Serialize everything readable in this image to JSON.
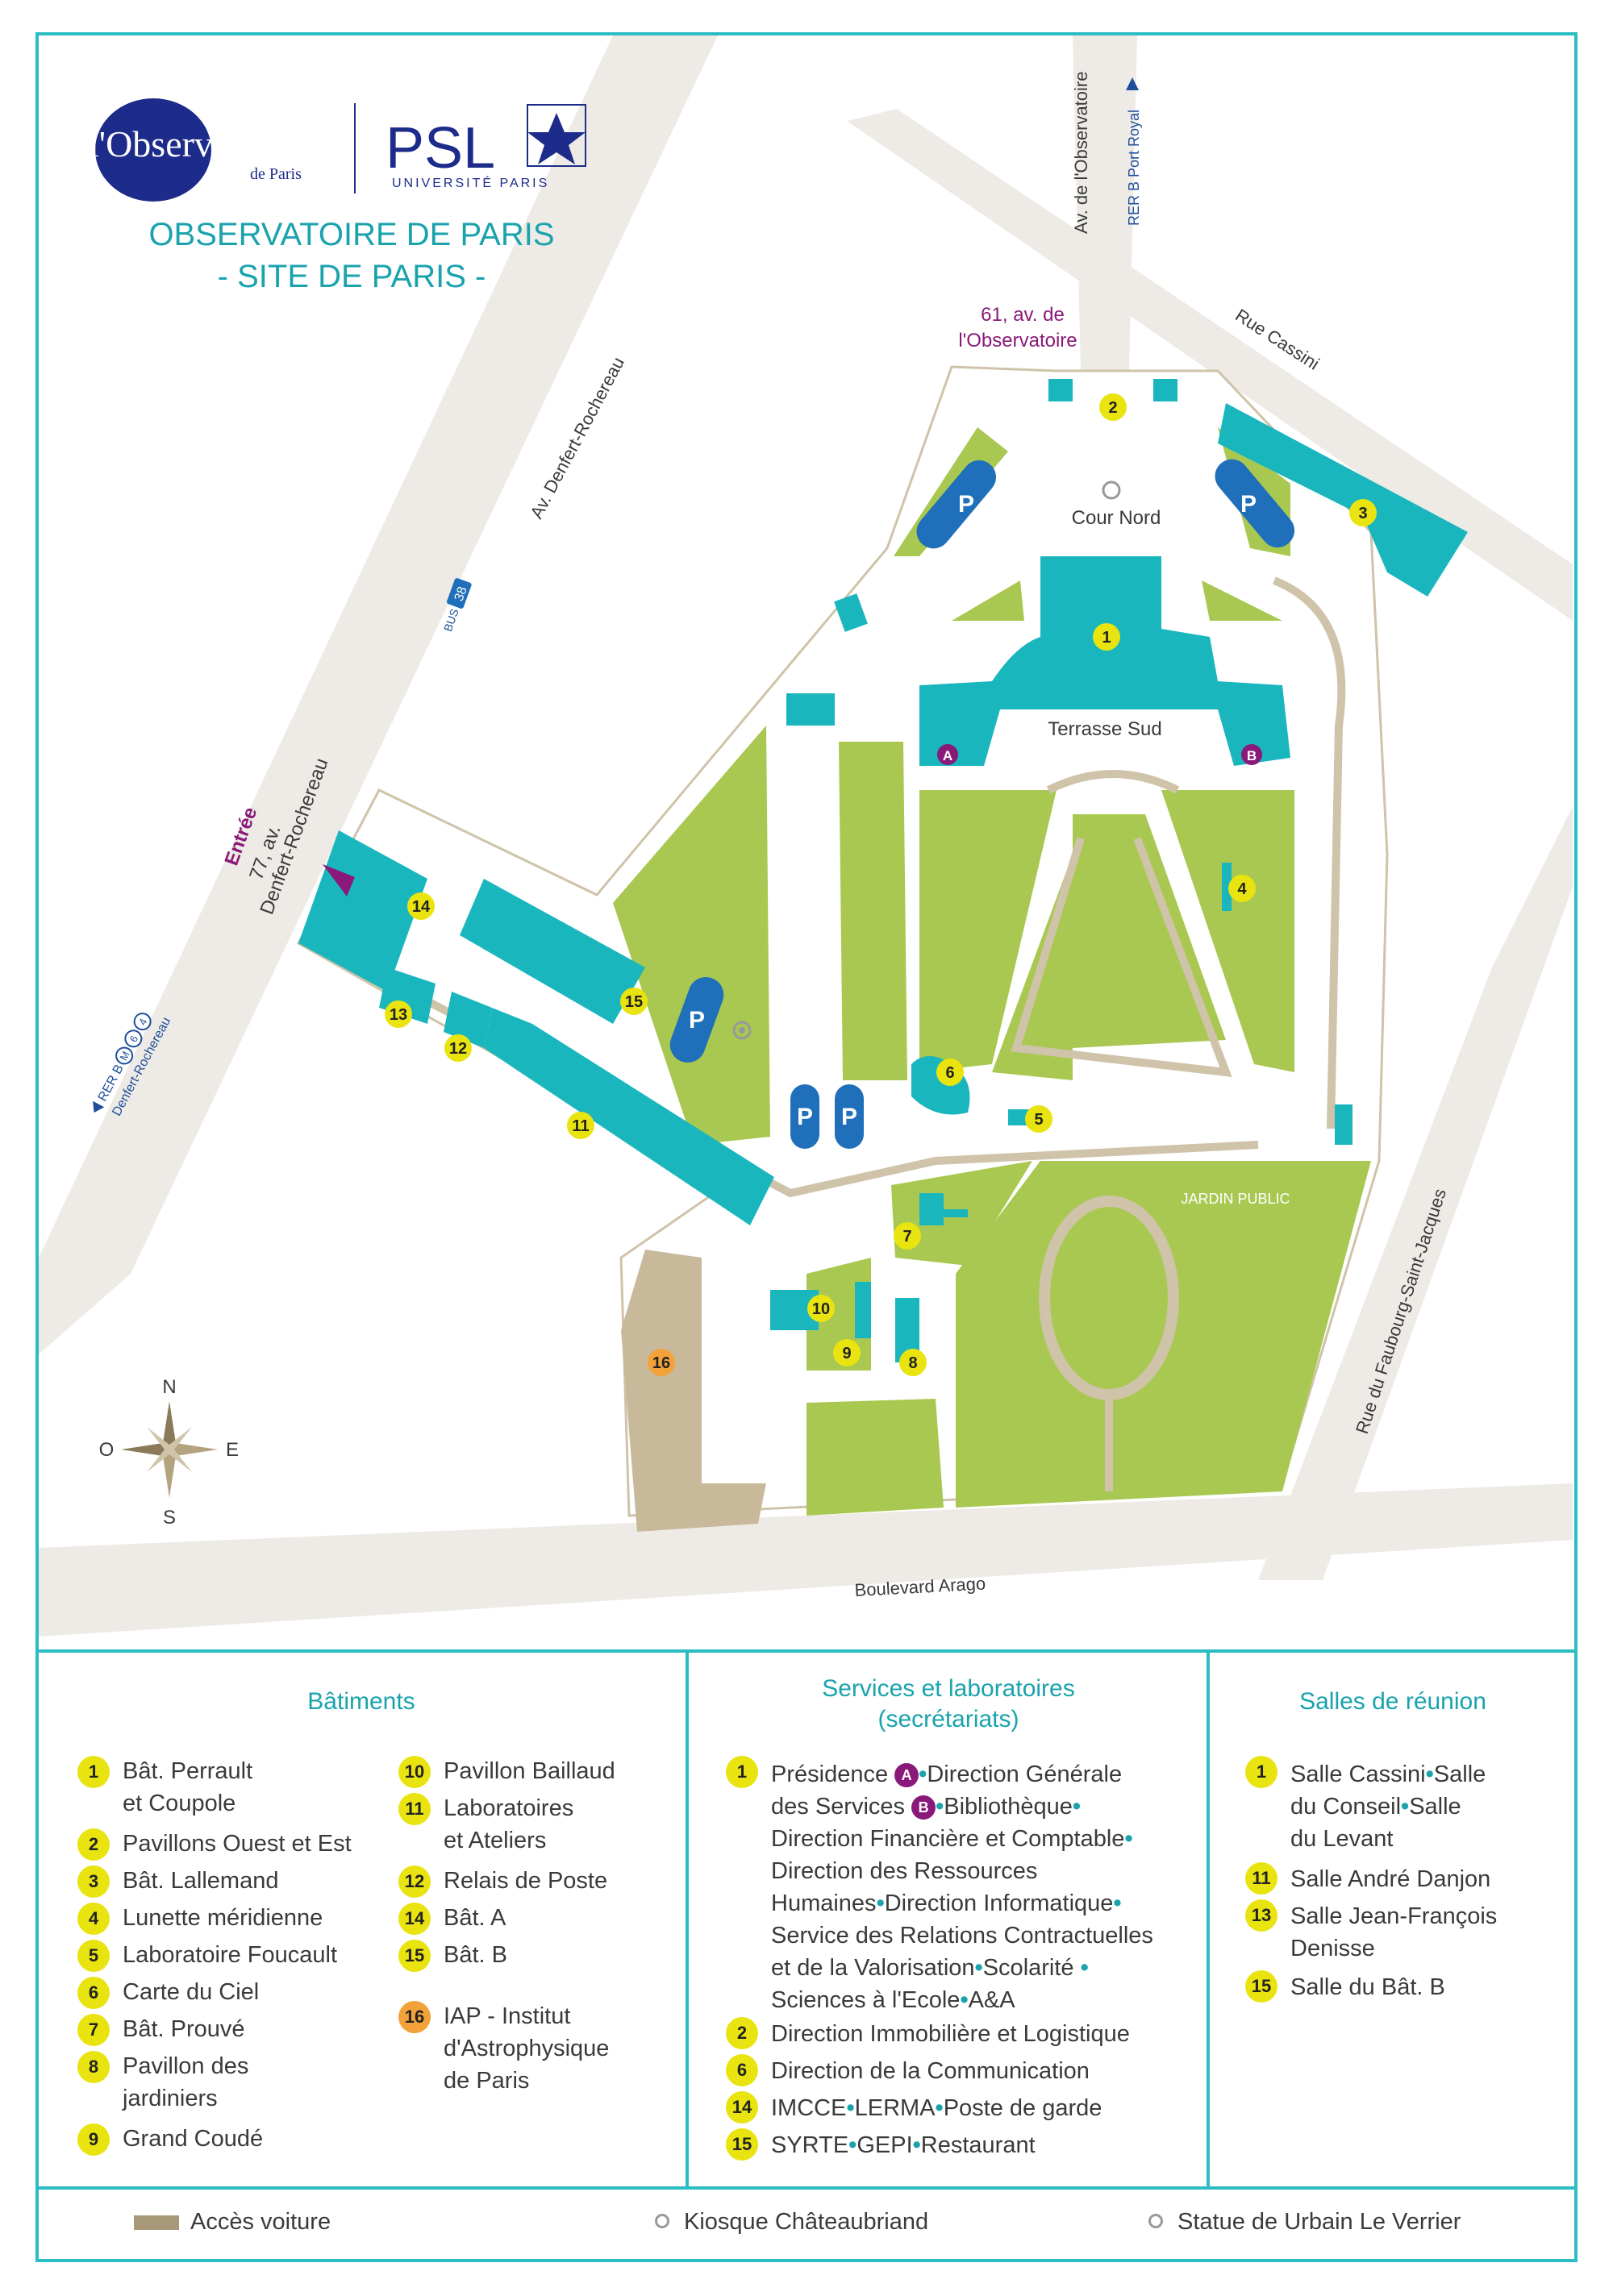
{
  "header": {
    "logo_observatoire": "l'Observatoire",
    "logo_observatoire_sub": "de Paris",
    "logo_psl": "PSL",
    "logo_psl_sub": "UNIVERSITÉ PARIS",
    "title_line1": "OBSERVATOIRE DE PARIS",
    "title_line2": "- SITE DE PARIS -"
  },
  "colors": {
    "frame": "#2bbcc4",
    "building": "#1ab6be",
    "lawn": "#a9c851",
    "path": "#cfc3a9",
    "road": "#eeebe6",
    "parking": "#1f6fba",
    "number_badge": "#e9e40f",
    "iap_badge": "#f3a23a",
    "entrance": "#8a1a7a",
    "title": "#1aa3ad"
  },
  "map": {
    "streets": {
      "observatoire": "Av. de l'Observatoire",
      "rer_port_royal": "RER B Port Royal",
      "cassini": "Rue Cassini",
      "denfert": "Av. Denfert-Rochereau",
      "faubourg": "Rue du Faubourg-Saint-Jacques",
      "arago": "Boulevard Arago",
      "rer_denfert_line1": "RER B",
      "rer_denfert_line2": "Denfert-Rochereau"
    },
    "address_north": "61, av. de",
    "address_north2": "l'Observatoire",
    "entrance_label": "Entrée",
    "entrance_address1": "77, av.",
    "entrance_address2": "Denfert-Rochereau",
    "bus_number": "38",
    "bus_label": "BUS",
    "metro_lines": [
      "M",
      "6",
      "4"
    ],
    "places": {
      "cour_nord": "Cour Nord",
      "terrasse_sud": "Terrasse Sud",
      "jardin_public": "JARDIN PUBLIC"
    },
    "parking_label": "P",
    "compass": {
      "n": "N",
      "s": "S",
      "e": "E",
      "o": "O"
    },
    "markers": {
      "m1": "1",
      "m2": "2",
      "m3": "3",
      "m4": "4",
      "m5": "5",
      "m6": "6",
      "m7": "7",
      "m8": "8",
      "m9": "9",
      "m10": "10",
      "m11": "11",
      "m12": "12",
      "m13": "13",
      "m14": "14",
      "m15": "15",
      "m16": "16",
      "mA": "A",
      "mB": "B"
    }
  },
  "legend": {
    "batiments": {
      "title": "Bâtiments",
      "col1": [
        {
          "num": "1",
          "lines": [
            "Bât. Perrault",
            "et Coupole"
          ]
        },
        {
          "num": "2",
          "lines": [
            "Pavillons Ouest et Est"
          ]
        },
        {
          "num": "3",
          "lines": [
            "Bât. Lallemand"
          ]
        },
        {
          "num": "4",
          "lines": [
            "Lunette méridienne"
          ]
        },
        {
          "num": "5",
          "lines": [
            "Laboratoire Foucault"
          ]
        },
        {
          "num": "6",
          "lines": [
            "Carte du Ciel"
          ]
        },
        {
          "num": "7",
          "lines": [
            "Bât. Prouvé"
          ]
        },
        {
          "num": "8",
          "lines": [
            "Pavillon des",
            "jardiniers"
          ]
        },
        {
          "num": "9",
          "lines": [
            "Grand Coudé"
          ]
        }
      ],
      "col2": [
        {
          "num": "10",
          "lines": [
            "Pavillon Baillaud"
          ]
        },
        {
          "num": "11",
          "lines": [
            "Laboratoires",
            "et Ateliers"
          ]
        },
        {
          "num": "12",
          "lines": [
            "Relais de Poste"
          ]
        },
        {
          "num": "14",
          "lines": [
            "Bât. A"
          ]
        },
        {
          "num": "15",
          "lines": [
            "Bât. B"
          ]
        },
        {
          "num": "16",
          "lines": [
            "IAP - Institut",
            "d'Astrophysique",
            "de Paris"
          ]
        }
      ]
    },
    "services": {
      "title1": "Services et laboratoires",
      "title2": "(secrétariats)",
      "s1": {
        "num": "1",
        "l1a": "Présidence",
        "l1b": "Direction Générale",
        "l2a": "des Services",
        "l2b": "Bibliothèque",
        "l3": "Direction Financière et Comptable",
        "l4": "Direction des Ressources",
        "l5a": "Humaines",
        "l5b": "Direction Informatique",
        "l6": "Service des Relations Contractuelles",
        "l7a": "et de la Valorisation",
        "l7b": "Scolarité",
        "l8a": "Sciences à l'Ecole",
        "l8b": "A&A"
      },
      "s2": {
        "num": "2",
        "text": "Direction Immobilière et Logistique"
      },
      "s6": {
        "num": "6",
        "text": "Direction de la Communication"
      },
      "s14": {
        "num": "14",
        "a": "IMCCE",
        "b": "LERMA",
        "c": "Poste de garde"
      },
      "s15": {
        "num": "15",
        "a": "SYRTE",
        "b": "GEPI",
        "c": "Restaurant"
      }
    },
    "salles": {
      "title": "Salles de réunion",
      "r1": {
        "num": "1",
        "l1a": "Salle Cassini",
        "l1b": "Salle",
        "l2a": "du Conseil",
        "l2b": "Salle",
        "l3": "du Levant"
      },
      "r11": {
        "num": "11",
        "text": "Salle André Danjon"
      },
      "r13": {
        "num": "13",
        "l1": "Salle Jean-François",
        "l2": "Denisse"
      },
      "r15": {
        "num": "15",
        "text": "Salle du Bât. B"
      }
    }
  },
  "footer": {
    "acces": "Accès voiture",
    "kiosque": "Kiosque Châteaubriand",
    "statue": "Statue de Urbain Le Verrier"
  }
}
